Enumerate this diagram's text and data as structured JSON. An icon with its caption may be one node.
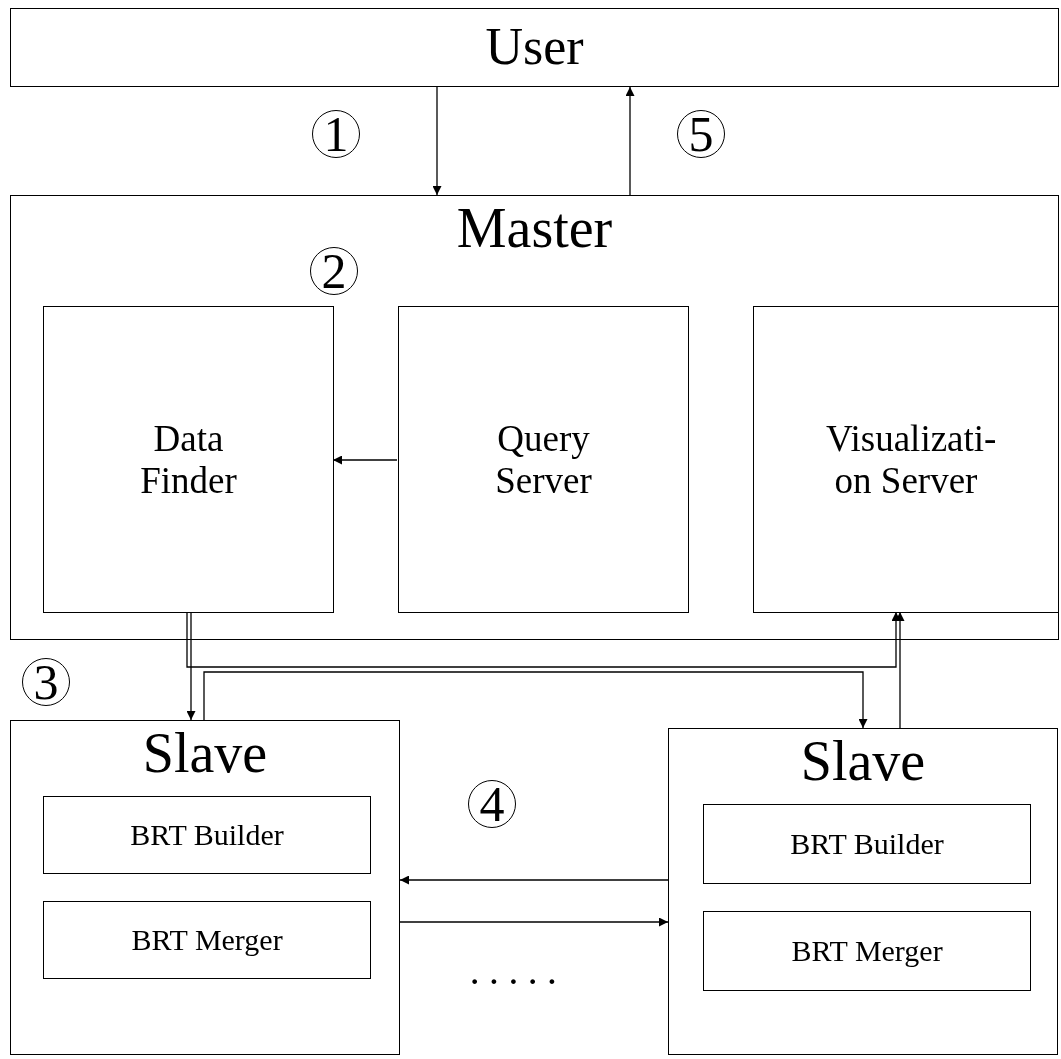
{
  "diagram": {
    "nodes": [
      {
        "text": [
          "User"
        ]
      },
      {
        "text": [
          "Master"
        ]
      },
      {
        "text": [
          "Data Finder"
        ],
        "in": 1
      },
      {
        "text": [
          "Query Server"
        ],
        "in": 1
      },
      {
        "text": [
          "Visualizati- on Server"
        ],
        "in": 1
      },
      {
        "text": [
          "Slave"
        ]
      },
      {
        "text": [
          "BRT Builder"
        ],
        "in": 5
      },
      {
        "text": [
          "BRT Merger"
        ],
        "in": 5
      },
      {
        "text": [
          "Slave"
        ]
      },
      {
        "text": [
          "BRT Builder"
        ],
        "in": 8
      },
      {
        "text": [
          "BRT Merger"
        ],
        "in": 8
      }
    ],
    "edges": [
      {
        "from": 0,
        "to": 1,
        "arrow": "to"
      },
      {
        "from": 1,
        "to": 0,
        "arrow": "to"
      },
      {
        "from": 3,
        "to": 2,
        "arrow": "to"
      },
      {
        "from": 2,
        "to": 5,
        "arrow": "to"
      },
      {
        "from": 2,
        "to": 4,
        "arrow": "to"
      },
      {
        "from": 5,
        "to": 8,
        "arrow": "to"
      },
      {
        "from": 8,
        "to": 4,
        "arrow": "to"
      },
      {
        "from": 8,
        "to": 5,
        "arrow": "to"
      },
      {
        "from": 5,
        "to": 8,
        "arrow": "to"
      }
    ],
    "labels": [
      "1",
      "5",
      "2",
      "3",
      "4",
      "·····"
    ]
  }
}
